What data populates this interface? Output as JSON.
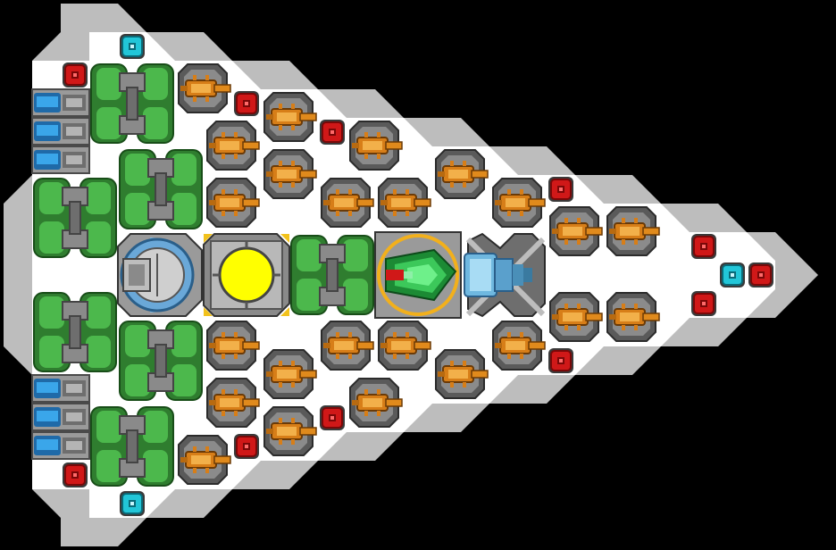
{
  "scene": {
    "title": "",
    "palette": {
      "background": "#000000",
      "hull_outer": "#bdbdbd",
      "hull_inner": "#ffffff",
      "thruster_green": "#3c9a3c",
      "pipe_gray": "#8a8a8a",
      "gun_orange": "#e08a1c",
      "armor_red": "#d01818",
      "shield_cyan": "#22c6d8",
      "battery_blue": "#2a8fd6",
      "reactor_yellow": "#ffff00",
      "cockpit_green": "#2fb84a",
      "engine_blue": "#7cc6e8"
    }
  },
  "ship": {
    "modules": [
      {
        "kind": "reactor-core",
        "icon": "reactor-core-icon"
      },
      {
        "kind": "cockpit",
        "icon": "cockpit-icon"
      },
      {
        "kind": "shield-generator",
        "icon": "shield-dome-icon"
      },
      {
        "kind": "ion-drive",
        "icon": "ion-drive-icon"
      },
      {
        "kind": "thruster-stack",
        "icon": "green-thruster-icon"
      },
      {
        "kind": "autocannon",
        "icon": "turret-icon"
      },
      {
        "kind": "armor-block",
        "icon": "red-armor-icon"
      },
      {
        "kind": "shield-node",
        "icon": "cyan-node-icon"
      },
      {
        "kind": "battery-cell",
        "icon": "blue-battery-icon"
      }
    ]
  }
}
